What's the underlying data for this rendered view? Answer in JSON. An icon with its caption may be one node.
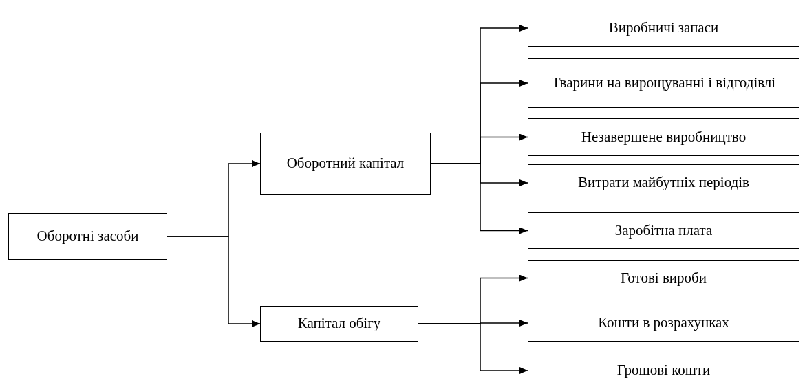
{
  "diagram": {
    "nodes": [
      {
        "text": [
          "Оборотні засоби"
        ]
      },
      {
        "text": [
          "Оборотний капітал"
        ]
      },
      {
        "text": [
          "Капітал обігу"
        ]
      },
      {
        "text": [
          "Виробничі запаси"
        ]
      },
      {
        "text": [
          "Тварини на вирощуванні і відгодівлі"
        ]
      },
      {
        "text": [
          "Незавершене виробництво"
        ]
      },
      {
        "text": [
          "Витрати майбутніх періодів"
        ]
      },
      {
        "text": [
          "Заробітна плата"
        ]
      },
      {
        "text": [
          "Готові вироби"
        ]
      },
      {
        "text": [
          "Кошти в розрахунках"
        ]
      },
      {
        "text": [
          "Грошові кошти"
        ]
      }
    ],
    "edges": [
      {
        "from": 0,
        "to": 1,
        "arrow": "to"
      },
      {
        "from": 0,
        "to": 2,
        "arrow": "to"
      },
      {
        "from": 1,
        "to": 3,
        "arrow": "to"
      },
      {
        "from": 1,
        "to": 4,
        "arrow": "to"
      },
      {
        "from": 1,
        "to": 5,
        "arrow": "to"
      },
      {
        "from": 1,
        "to": 6,
        "arrow": "to"
      },
      {
        "from": 1,
        "to": 7,
        "arrow": "to"
      },
      {
        "from": 2,
        "to": 8,
        "arrow": "to"
      },
      {
        "from": 2,
        "to": 9,
        "arrow": "to"
      },
      {
        "from": 2,
        "to": 10,
        "arrow": "to"
      }
    ]
  }
}
